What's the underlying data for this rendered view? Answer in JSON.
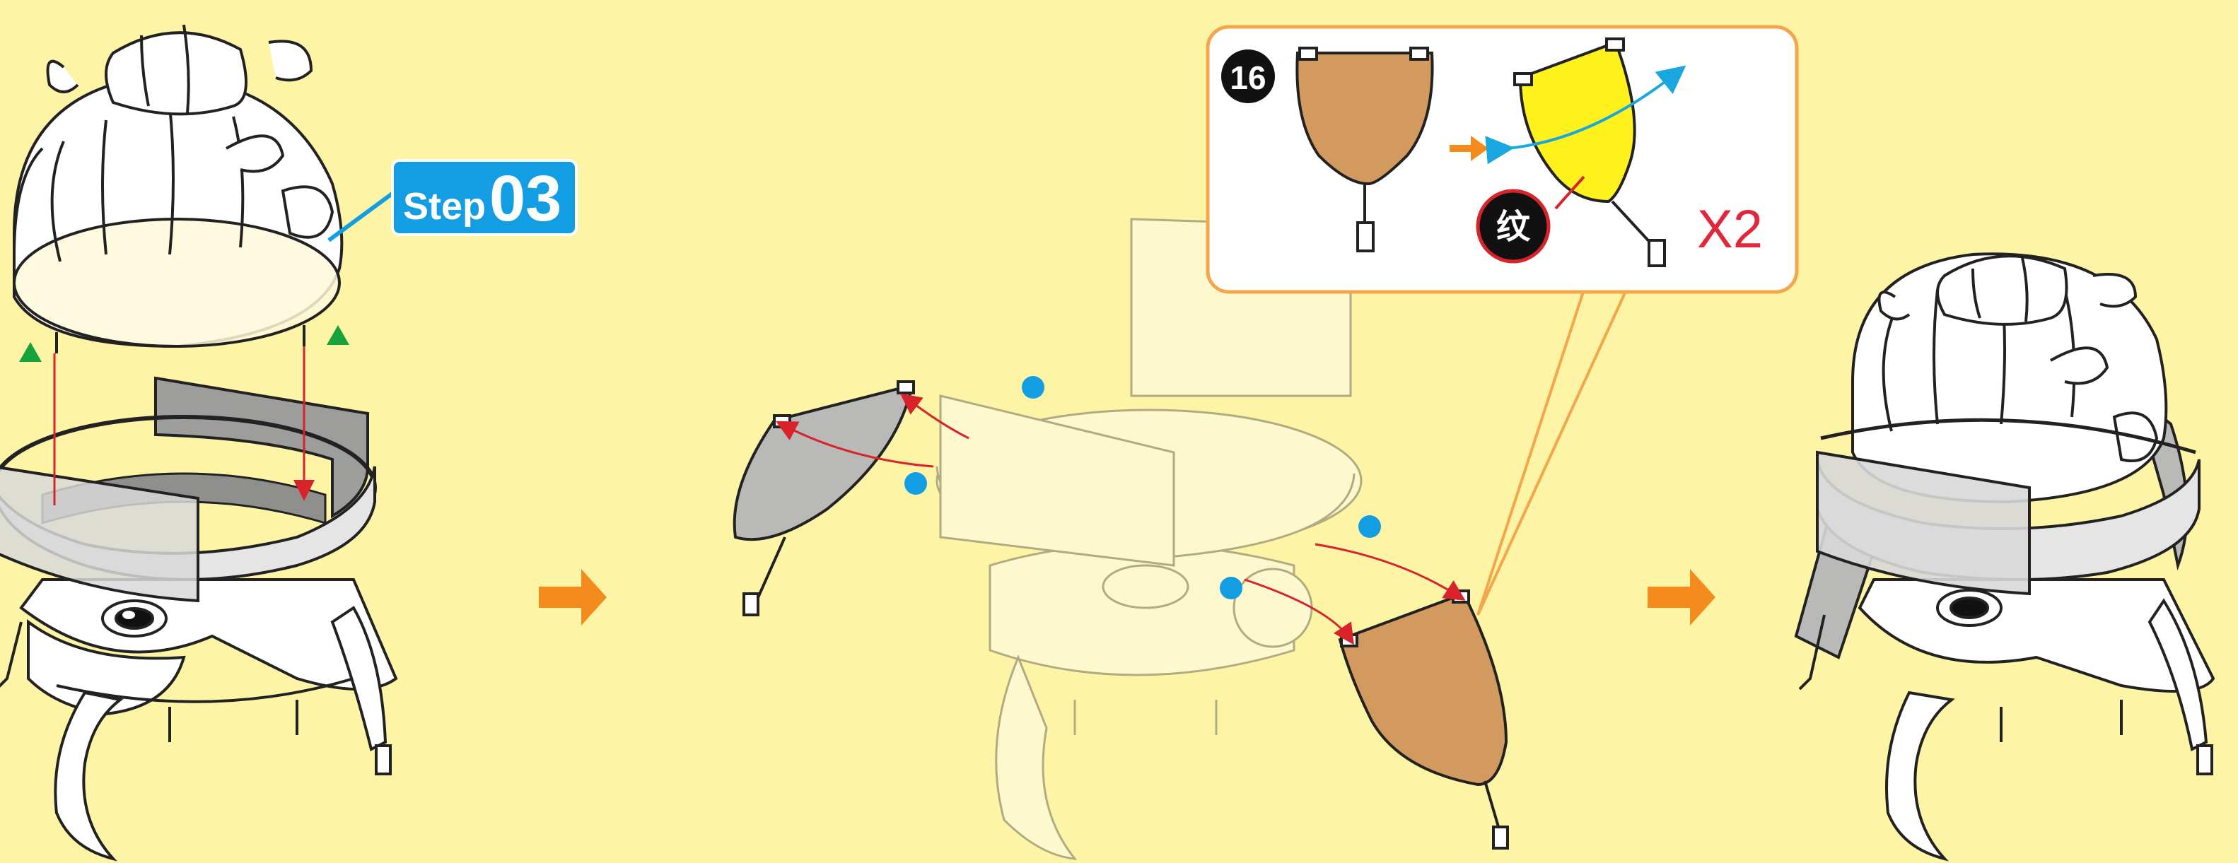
{
  "step_callout": {
    "word": "Step",
    "number": "03",
    "color": "#139ee3"
  },
  "detail_panel": {
    "part_number": "16",
    "marker_char": "纹",
    "quantity": "X2"
  },
  "colors": {
    "background": "#fdf4a6",
    "accent_arrow": "#f38c1d",
    "guide_line": "#d8232a",
    "part_brown": "#d39a60",
    "part_yellow": "#fff21c",
    "part_gray": "#b9b9b7",
    "dot_blue": "#139ee3",
    "alignment_triangle": "#17a33b",
    "panel_border": "#f4a64a"
  },
  "icons": [
    "arrow-right-icon",
    "curved-double-arrow-icon",
    "alignment-triangle-icon",
    "blue-dot-icon"
  ]
}
